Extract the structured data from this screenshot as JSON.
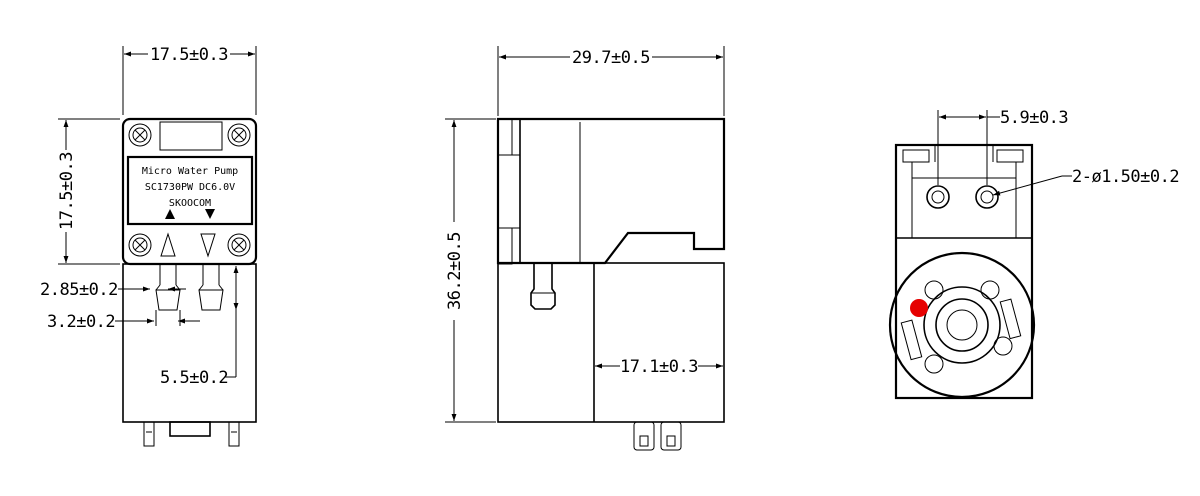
{
  "front_view": {
    "width_dim": "17.5±0.3",
    "height_dim": "17.5±0.3",
    "port_offset_dim": "2.85±0.2",
    "port_width_dim": "3.2±0.2",
    "port_pitch_dim": "5.5±0.2",
    "label_line1": "Micro Water Pump",
    "label_line2": "SC1730PW DC6.0V",
    "label_line3": "SKOOCOM"
  },
  "side_view": {
    "length_dim": "29.7±0.5",
    "height_dim": "36.2±0.5",
    "motor_length_dim": "17.1±0.3"
  },
  "end_view": {
    "hole_pitch_dim": "5.9±0.3",
    "hole_dim": "2-ø1.50±0.2",
    "marker_color": "#e60000"
  }
}
